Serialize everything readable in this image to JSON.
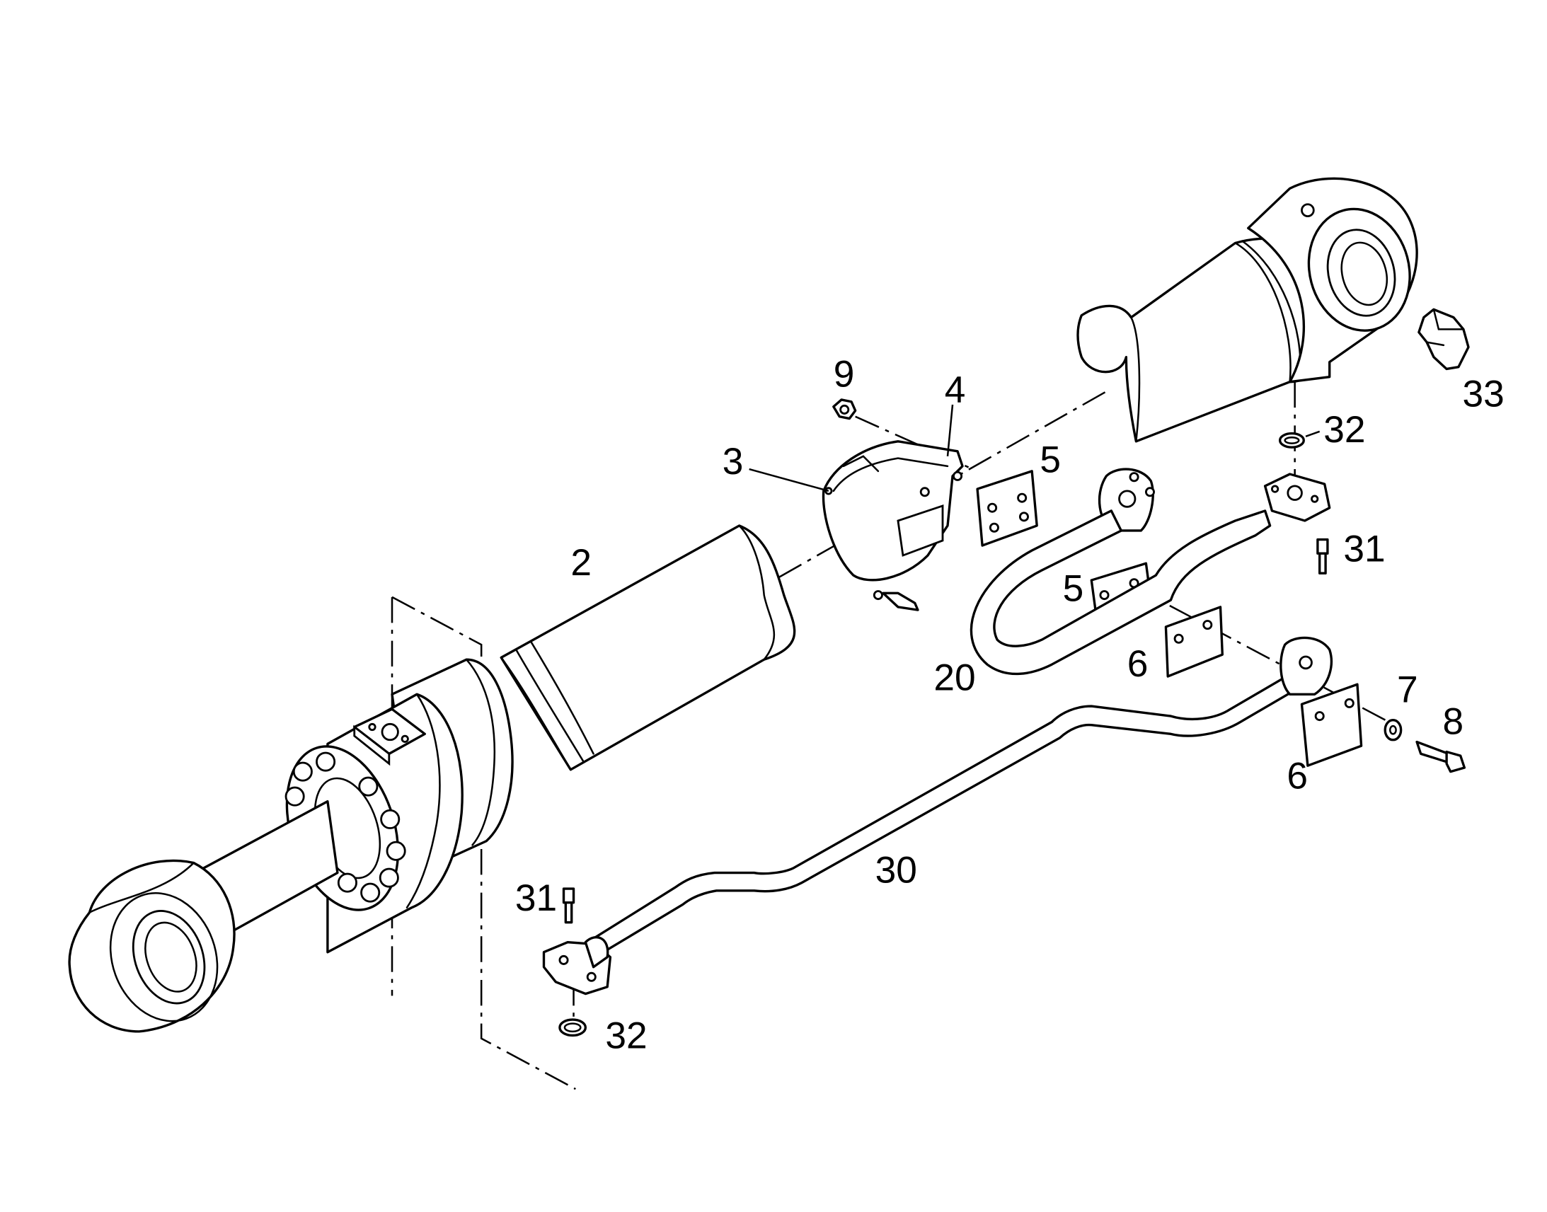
{
  "diagram": {
    "callouts": [
      {
        "id": "c2",
        "text": "2"
      },
      {
        "id": "c3",
        "text": "3"
      },
      {
        "id": "c4",
        "text": "4"
      },
      {
        "id": "c5a",
        "text": "5"
      },
      {
        "id": "c5b",
        "text": "5"
      },
      {
        "id": "c6a",
        "text": "6"
      },
      {
        "id": "c6b",
        "text": "6"
      },
      {
        "id": "c7",
        "text": "7"
      },
      {
        "id": "c8",
        "text": "8"
      },
      {
        "id": "c9",
        "text": "9"
      },
      {
        "id": "c20",
        "text": "20"
      },
      {
        "id": "c30",
        "text": "30"
      },
      {
        "id": "c31a",
        "text": "31"
      },
      {
        "id": "c31b",
        "text": "31"
      },
      {
        "id": "c32a",
        "text": "32"
      },
      {
        "id": "c32b",
        "text": "32"
      },
      {
        "id": "c33",
        "text": "33"
      }
    ]
  }
}
